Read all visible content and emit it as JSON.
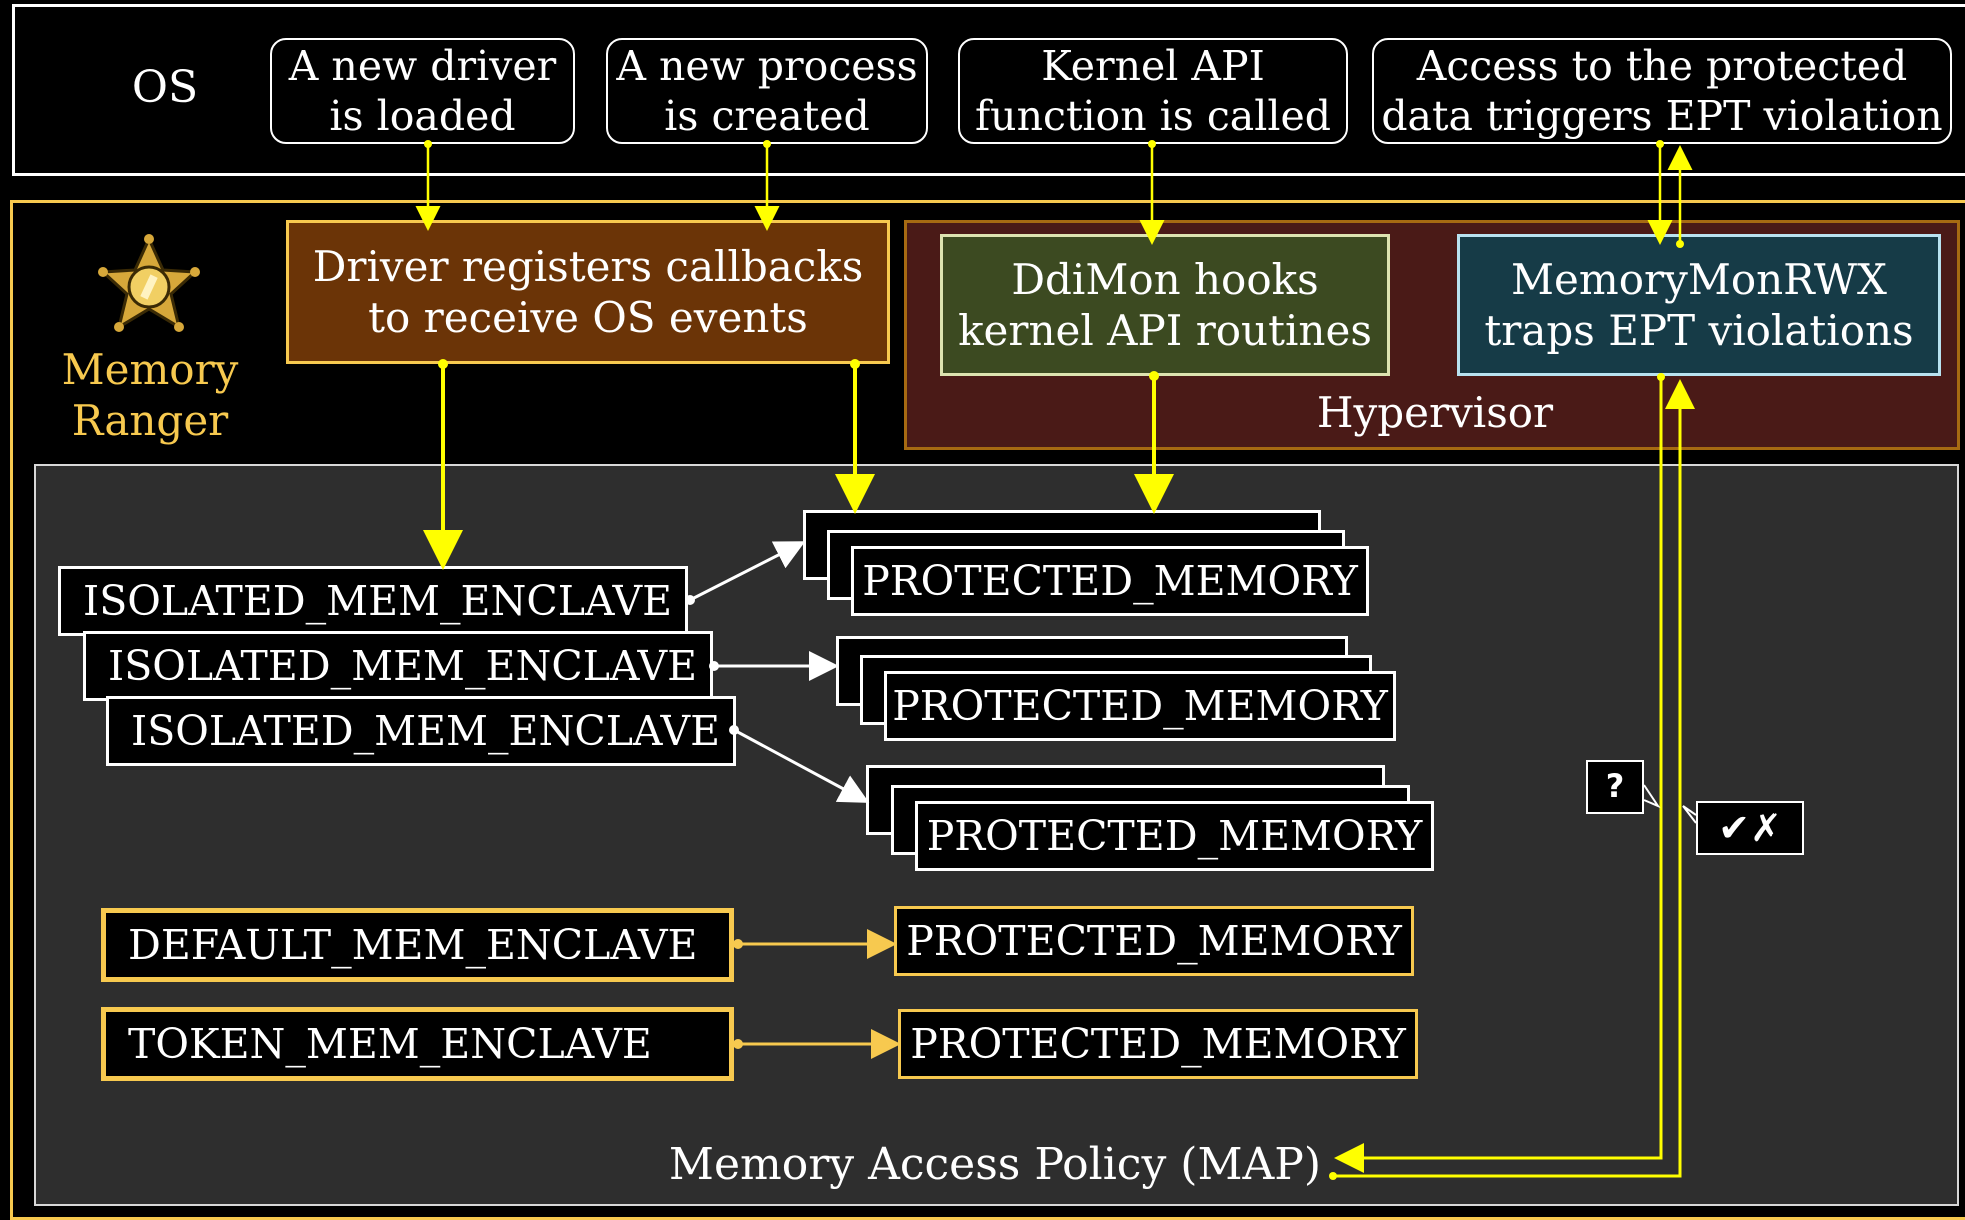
{
  "os": {
    "label": "OS",
    "events": [
      "A new driver\nis loaded",
      "A new process\nis created",
      "Kernel API\nfunction is called",
      "Access to the protected\ndata triggers EPT violation"
    ]
  },
  "ranger": {
    "title": "Memory\nRanger",
    "icon": "sheriff-star-icon",
    "accent": "#f7c94f"
  },
  "driver_box": {
    "text": "Driver registers callbacks\nto receive OS events",
    "fill": "#6b3407"
  },
  "hypervisor": {
    "label": "Hypervisor",
    "fill": "#4a1a17",
    "ddimon": {
      "text": "DdiMon hooks\nkernel API routines",
      "fill": "#3c4a21"
    },
    "memmon": {
      "text": "MemoryMonRWX\ntraps EPT violations",
      "fill": "#163b47"
    }
  },
  "enclaves": {
    "isolated": [
      "ISOLATED_MEM_ENCLAVE",
      "ISOLATED_MEM_ENCLAVE",
      "ISOLATED_MEM_ENCLAVE"
    ],
    "default": "DEFAULT_MEM_ENCLAVE",
    "token": "TOKEN_MEM_ENCLAVE"
  },
  "protected_label": "PROTECTED_MEMORY",
  "query_badge": "?",
  "verdict_badge": "✔✗",
  "map_label": "Memory Access Policy (MAP)",
  "colors": {
    "arrow_yellow": "#ffff00",
    "panel": "#2e2e2e",
    "gold_border": "#f7c94f"
  }
}
